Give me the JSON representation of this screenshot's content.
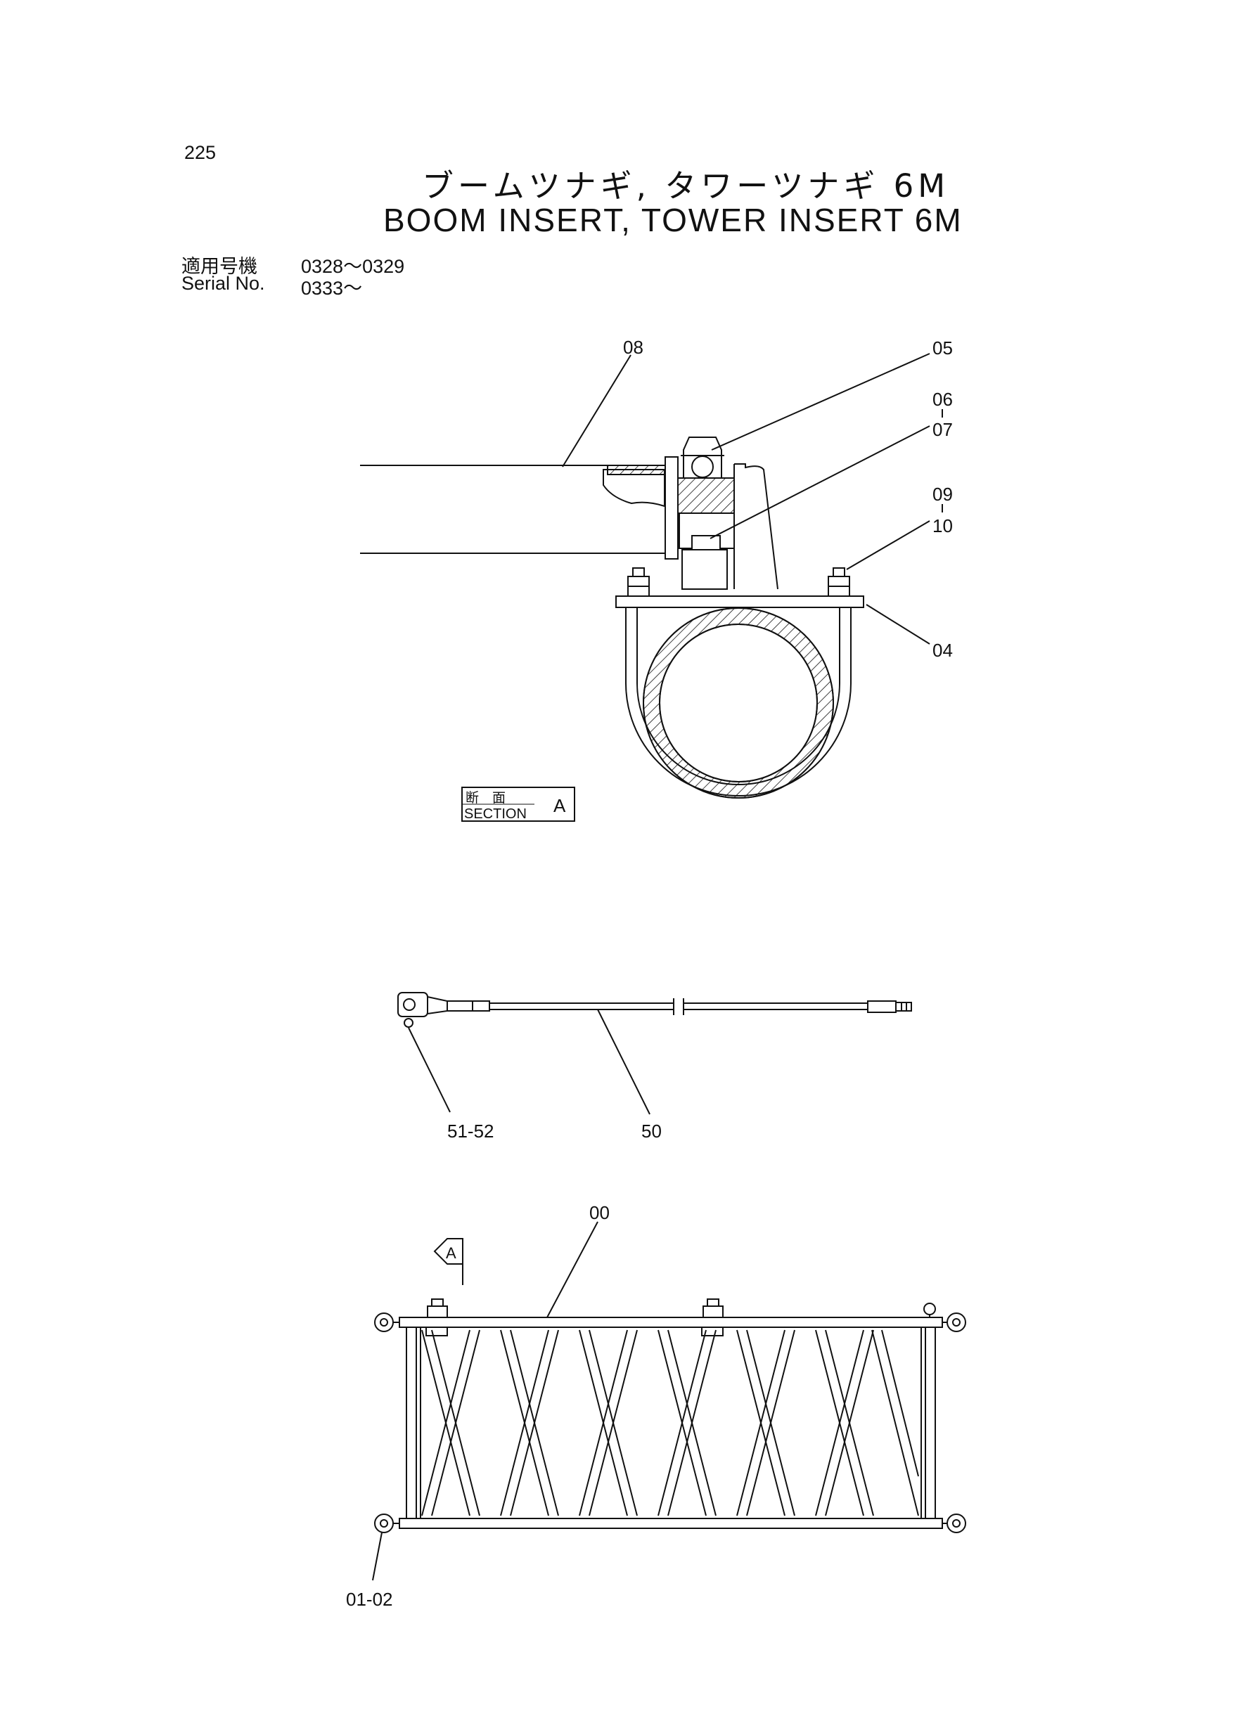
{
  "page_number": "225",
  "title_jp": "ブームツナギ, タワーツナギ 6M",
  "title_en": "BOOM INSERT, TOWER INSERT 6M",
  "serial": {
    "label_jp": "適用号機",
    "label_en": "Serial No.",
    "range_1": "0328～0329",
    "range_2": "0333～"
  },
  "section_box": {
    "label_jp": "断　面",
    "label_en": "SECTION",
    "letter": "A"
  },
  "view_arrow": {
    "letter": "A"
  },
  "callouts": {
    "c08": "08",
    "c05": "05",
    "c06": "06",
    "c07": "07",
    "c09": "09",
    "c10": "10",
    "c04": "04",
    "c51_52": "51-52",
    "c50": "50",
    "c00": "00",
    "c01_02": "01-02"
  },
  "colors": {
    "ink": "#111111",
    "paper": "#ffffff"
  }
}
